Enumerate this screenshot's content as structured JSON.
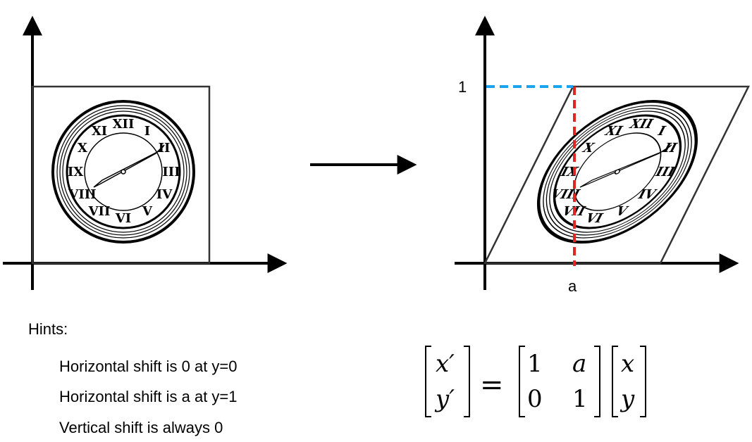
{
  "labels": {
    "top_tick": "1",
    "bottom_tick": "a"
  },
  "hints": {
    "title": "Hints:",
    "items": [
      "Horizontal shift is 0 at y=0",
      "Horizontal shift is a at y=1",
      "Vertical shift is always 0"
    ]
  },
  "equation": {
    "lhs": [
      "x′",
      "y′"
    ],
    "equals": "=",
    "matrix": [
      [
        "1",
        "a"
      ],
      [
        "0",
        "1"
      ]
    ],
    "rhs": [
      "x",
      "y"
    ]
  },
  "colors": {
    "guide_blue": "#1aa3ee",
    "guide_red": "#e0261f",
    "ink": "#000000",
    "shape_stroke": "#333333"
  },
  "icons": {
    "clock": "clock-icon",
    "arrow": "right-arrow-icon"
  }
}
